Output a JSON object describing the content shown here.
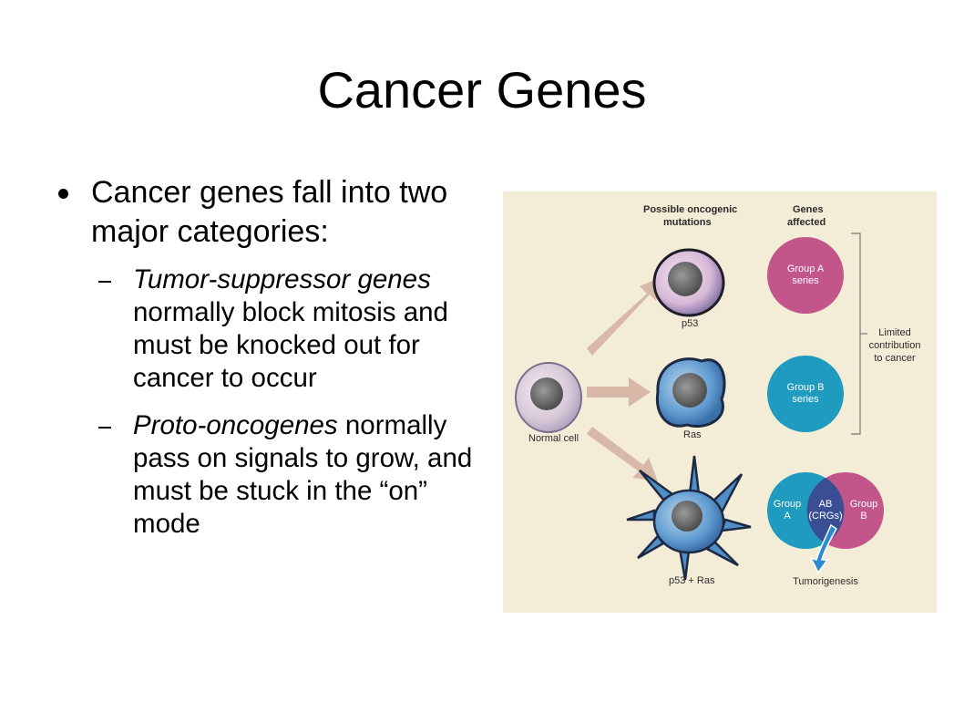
{
  "title": "Cancer Genes",
  "bullet": {
    "text": "Cancer genes fall into two major categories:",
    "subbullets": [
      {
        "italic": "Tumor-suppressor genes",
        "rest": " normally block mitosis and must be knocked out for cancer to occur"
      },
      {
        "italic": "Proto-oncogenes",
        "rest": " normally pass on signals to grow, and must be stuck in the “on” mode"
      }
    ]
  },
  "figure": {
    "header_mutations_1": "Possible oncogenic",
    "header_mutations_2": "mutations",
    "header_genes_1": "Genes",
    "header_genes_2": "affected",
    "label_normal_cell": "Normal cell",
    "label_p53": "p53",
    "label_ras": "Ras",
    "label_p53_ras": "p53 + Ras",
    "group_a_1": "Group A",
    "group_a_2": "series",
    "group_b_1": "Group B",
    "group_b_2": "series",
    "limited_1": "Limited",
    "limited_2": "contribution",
    "limited_3": "to cancer",
    "venn_a_1": "Group",
    "venn_a_2": "A",
    "venn_ab_1": "AB",
    "venn_ab_2": "(CRGs)",
    "venn_b_1": "Group",
    "venn_b_2": "B",
    "tumorigenesis": "Tumorigenesis",
    "colors": {
      "background": "#f3ecd7",
      "group_a": "#c2568a",
      "group_b": "#1f9bc0",
      "overlap": "#3a4f93",
      "arrow": "#d8b8a6"
    }
  }
}
